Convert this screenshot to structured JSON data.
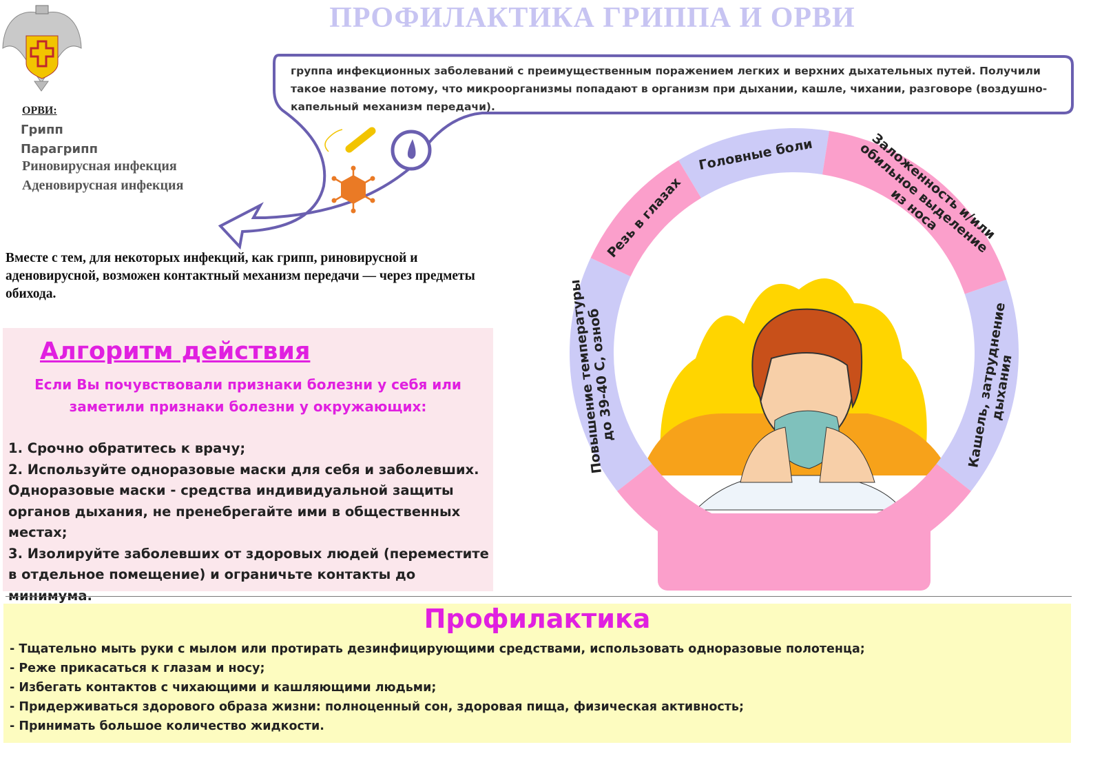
{
  "title": "ПРОФИЛАКТИКА ГРИППА И ОРВИ",
  "orvi": {
    "heading": "ОРВИ:",
    "items": [
      "Грипп",
      "Парагрипп",
      "Риновирусная инфекция",
      "Аденовирусная инфекция"
    ]
  },
  "bubble_text": "группа инфекционных заболеваний с преимущественным поражением легких и верхних дыхательных путей. Получили такое название потому, что микроорганизмы попадают в организм при дыхании, кашле, чихании, разговоре (воздушно-капельный механизм передачи).",
  "contact_text": "Вместе с тем, для некоторых инфекций, как грипп, риновирусной и аденовирусной, возможен контактный механизм передачи — через предметы обихода.",
  "symptoms": [
    {
      "text": "Головные боли",
      "color": "#cccbf7"
    },
    {
      "text": "Заложенность и/или|обильное выделение|из носа",
      "color": "#fb9fcb"
    },
    {
      "text": "Кашель, затруднение|дыхания",
      "color": "#cccbf7"
    },
    {
      "text": "Повышение температуры|до 39-40  С, озноб",
      "color": "#cccbf7"
    },
    {
      "text": "Резь в глазах",
      "color": "#fb9fcb"
    }
  ],
  "algorithm": {
    "title": "Алгоритм действия",
    "subtitle": "Если Вы почувствовали признаки болезни у себя или заметили признаки болезни у окружающих:",
    "items": [
      "1. Срочно обратитесь к врачу;",
      "2. Используйте одноразовые маски для себя и заболевших. Одноразовые маски - средства индивидуальной защиты органов дыхания, не пренебрегайте ими в общественных местах;",
      "3. Изолируйте заболевших от здоровых людей (переместите в отдельное помещение) и ограничьте контакты до минимума."
    ]
  },
  "prevention": {
    "title": "Профилактика",
    "items": [
      "- Тщательно мыть руки с мылом или протирать дезинфицирующими средствами,  использовать одноразовые полотенца;",
      "-  Реже прикасаться к глазам и носу;",
      "-  Избегать контактов с чихающими и кашляющими людьми;",
      "-  Придерживаться здорового образа жизни: полноценный сон, здоровая пища, физическая активность;",
      "-  Принимать большое количество жидкости."
    ]
  },
  "colors": {
    "accent": "#e020e0",
    "bubble": "#6a5fb0",
    "pink": "#fb9fcb",
    "lavender": "#cccbf7"
  }
}
